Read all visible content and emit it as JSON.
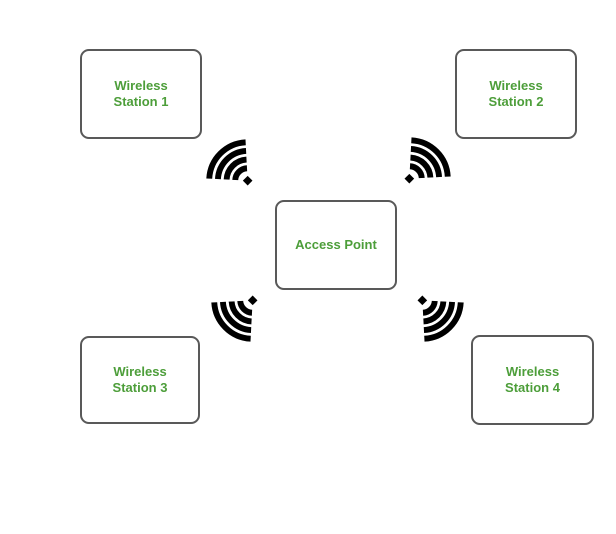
{
  "diagram": {
    "type": "wireless-lan-topology",
    "nodes": {
      "station1": {
        "line1": "Wireless",
        "line2": "Station 1"
      },
      "station2": {
        "line1": "Wireless",
        "line2": "Station 2"
      },
      "station3": {
        "line1": "Wireless",
        "line2": "Station 3"
      },
      "station4": {
        "line1": "Wireless",
        "line2": "Station 4"
      },
      "access_point": {
        "label": "Access Point"
      }
    },
    "wifi_icons": {
      "glyph": "wifi-signal",
      "directions": [
        "up-left",
        "up-right",
        "down-left",
        "down-right"
      ]
    },
    "theme": {
      "background": "#ffffff",
      "node_fill": "#ffffff",
      "node_border": "#595959",
      "label_green": "#4d9e3a",
      "icon_black": "#000000"
    }
  }
}
